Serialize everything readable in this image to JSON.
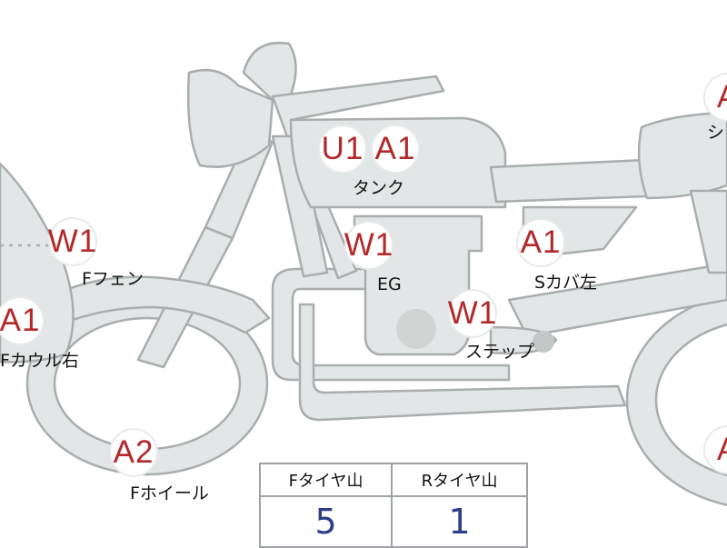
{
  "badges": {
    "tank_u": "U1",
    "tank_a": "A1",
    "front_fender": "W1",
    "engine": "W1",
    "side_cover": "A1",
    "step": "W1",
    "cowl_right": "A1",
    "front_wheel": "A2",
    "seat": "A",
    "rear_wheel": "A"
  },
  "labels": {
    "tank": "タンク",
    "front_fender": "Fフェン",
    "engine": "EG",
    "side_cover": "Sカバ左",
    "step": "ステップ",
    "cowl_right": "Fカウル右",
    "front_wheel": "Fホイール",
    "seat": "シ"
  },
  "tire_table": {
    "front_header": "Fタイヤ山",
    "rear_header": "Rタイヤ山",
    "front_value": "5",
    "rear_value": "1"
  },
  "colors": {
    "body_fill": "#e3e6e6",
    "outline": "#a9adad",
    "badge_text": "#b22a2c",
    "value_text": "#2f3e88"
  }
}
